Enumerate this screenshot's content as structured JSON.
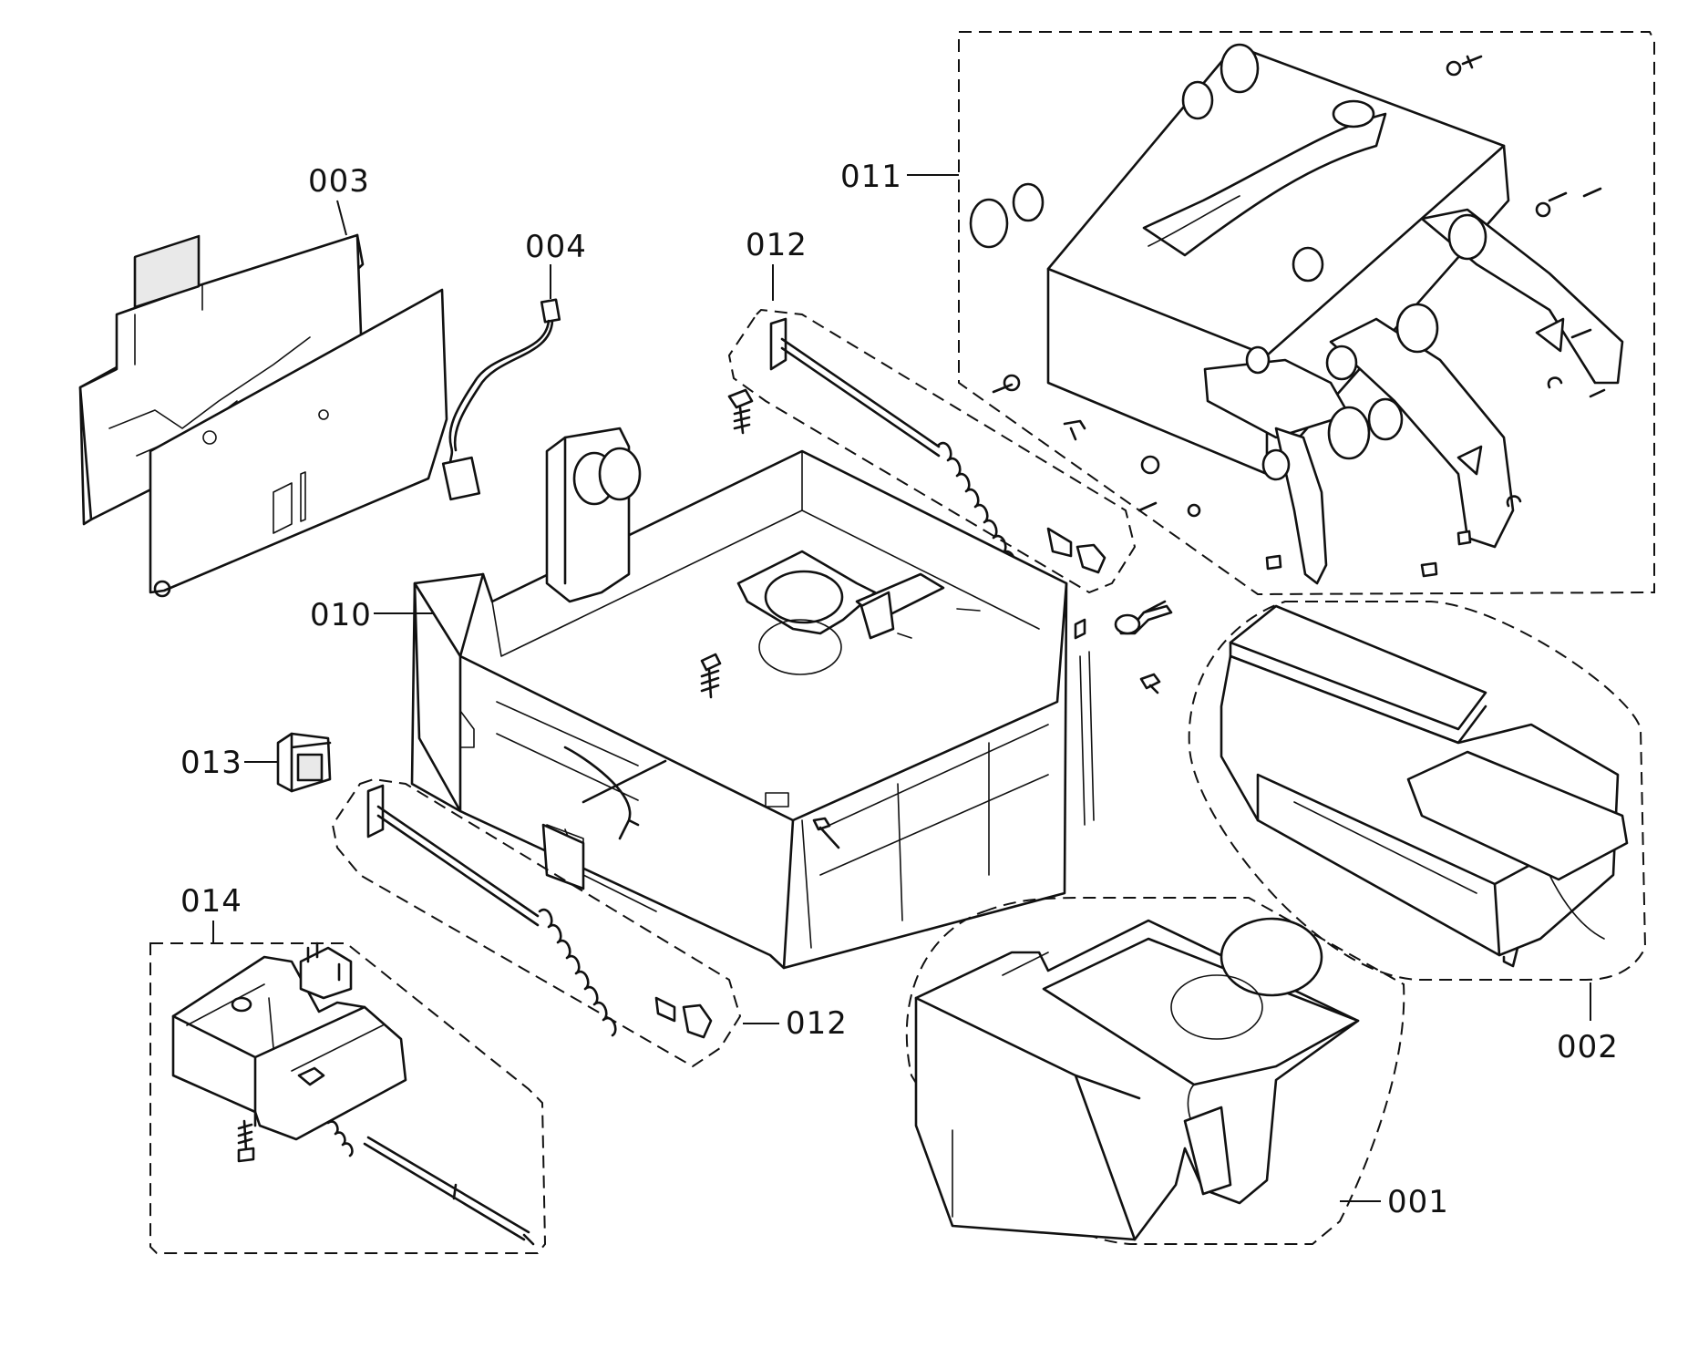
{
  "labels": {
    "p001": "001",
    "p002": "002",
    "p003": "003",
    "p004": "004",
    "p010": "010",
    "p011": "011",
    "p012_top": "012",
    "p012_bottom": "012",
    "p013": "013",
    "p014": "014"
  }
}
